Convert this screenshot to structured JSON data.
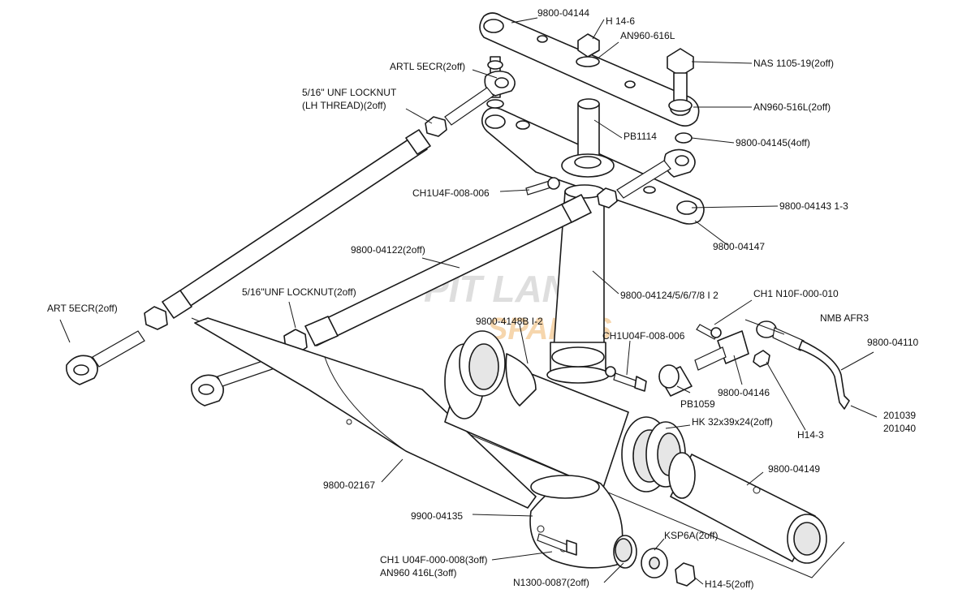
{
  "watermark": {
    "line1": "PIT LANE",
    "line2": "SPARES"
  },
  "labels": {
    "p9800_04144": "9800-04144",
    "h14_6": "H 14-6",
    "an960_616l": "AN960-616L",
    "nas1105_19": "NAS 1105-19(2off)",
    "artl_5ecr": "ARTL 5ECR(2off)",
    "locknut_lh_1": "5/16\" UNF LOCKNUT",
    "locknut_lh_2": "(LH THREAD)(2off)",
    "an960_516l": "AN960-516L(2off)",
    "pb1114": "PB1114",
    "p9800_04145": "9800-04145(4off)",
    "ch1u4f_008_006": "CH1U4F-008-006",
    "p9800_04143": "9800-04143 1-3",
    "p9800_04147": "9800-04147",
    "p9800_04122": "9800-04122(2off)",
    "locknut_2": "5/16\"UNF LOCKNUT(2off)",
    "p9800_04124": "9800-04124/5/6/7/8 I 2",
    "ch1_n10f": "CH1 N10F-000-010",
    "art_5ecr": "ART 5ECR(2off)",
    "nmb_afr3": "NMB AFR3",
    "p9800_4148b": "9800-4148B I-2",
    "p9800_04110": "9800-04110",
    "ch1u04f_008_006": "CH1U04F-008-006",
    "pb1059": "PB1059",
    "p9800_04146": "9800-04146",
    "p201039": "201039",
    "p201040": "201040",
    "h14_3": "H14-3",
    "hk32": "HK 32x39x24(2off)",
    "p9800_04149": "9800-04149",
    "p9800_02167": "9800-02167",
    "p9900_04135": "9900-04135",
    "ksp6a": "KSP6A(2off)",
    "ch1_u04f_000_008": "CH1 U04F-000-008(3off)",
    "an960_416l": "AN960 416L(3off)",
    "n1300_0087": "N1300-0087(2off)",
    "h14_5": "H14-5(2off)"
  }
}
